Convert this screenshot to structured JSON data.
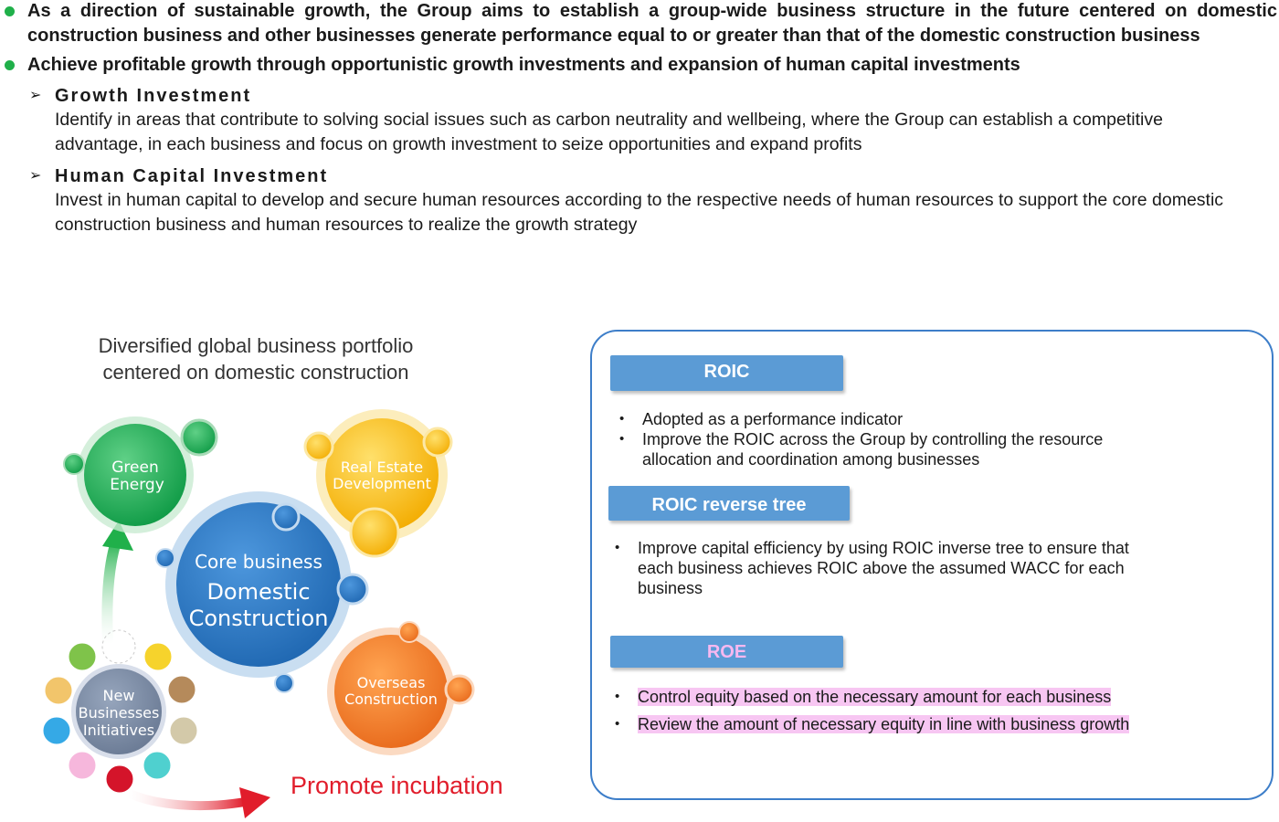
{
  "intro": {
    "bullet1": "As a direction of sustainable growth, the Group aims to establish a group-wide business structure in the future centered on domestic construction business and other businesses generate performance equal to or greater than that of the domestic construction business",
    "bullet2": "Achieve profitable growth through opportunistic growth investments and expansion of human capital investments",
    "growth_title": "Growth Investment",
    "growth_body": "Identify in areas that contribute to solving social issues such as carbon neutrality and wellbeing, where the Group can establish a competitive advantage, in each business and focus on growth investment to seize opportunities and expand profits",
    "human_title": "Human Capital Investment",
    "human_body": "Invest in human capital to develop and secure human resources according to the respective needs of human resources to support the core domestic construction business and human resources to realize the growth strategy"
  },
  "diagram": {
    "title_line1": "Diversified global business portfolio",
    "title_line2": "centered on domestic construction",
    "green_line1": "Green",
    "green_line2": "Energy",
    "real_line1": "Real Estate",
    "real_line2": "Development",
    "core_line1": "Core business",
    "core_line2": "Domestic",
    "core_line3": "Construction",
    "overseas_line1": "Overseas",
    "overseas_line2": "Construction",
    "new_line1": "New",
    "new_line2": "Businesses",
    "new_line3": "Initiatives",
    "promote": "Promote incubation",
    "colors": {
      "green": "#1aa84f",
      "gold": "#f5b800",
      "blue": "#2a78c2",
      "orange": "#ef7a22",
      "slate": "#7585a0",
      "red_text": "#e11d2b"
    }
  },
  "panel": {
    "roic_tab": "ROIC",
    "roic_items": [
      "Adopted as a performance indicator",
      "Improve the ROIC across the Group by controlling the resource allocation and coordination among businesses"
    ],
    "tree_tab": "ROIC reverse tree",
    "tree_items": [
      "Improve capital efficiency by using ROIC inverse tree to ensure that each business achieves ROIC above the assumed WACC for each business"
    ],
    "roe_tab": "ROE",
    "roe_items": [
      "Control equity based on the necessary amount for each business",
      "Review the amount of necessary equity in line with business growth"
    ],
    "bullet_glyph": "•"
  }
}
